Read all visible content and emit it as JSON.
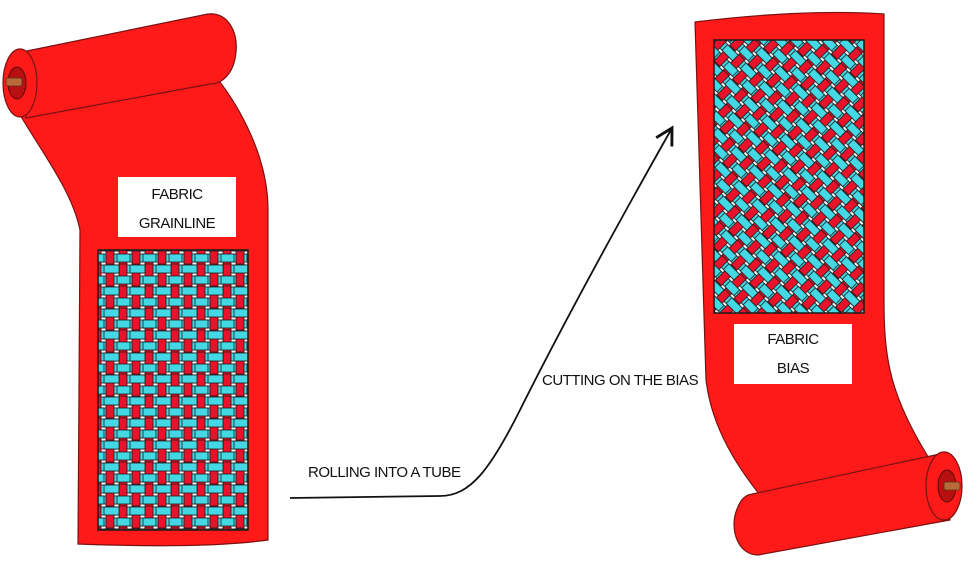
{
  "colors": {
    "fabric": "#ff1a1a",
    "fabric_outline": "#7a1010",
    "thread_red": "#e8122a",
    "thread_cyan": "#44d8e4",
    "weave_ground": "#f4f4f4",
    "spindle": "#b86a3a",
    "arrow": "#111111"
  },
  "left_fabric": {
    "label_line1": "FABRIC",
    "label_line2": "GRAINLINE",
    "weave": "straight-grain"
  },
  "right_fabric": {
    "label_line1": "FABRIC",
    "label_line2": "BIAS",
    "weave": "diagonal-bias"
  },
  "steps": {
    "step1": "ROLLING INTO A TUBE",
    "step2": "CUTTING ON THE BIAS"
  }
}
